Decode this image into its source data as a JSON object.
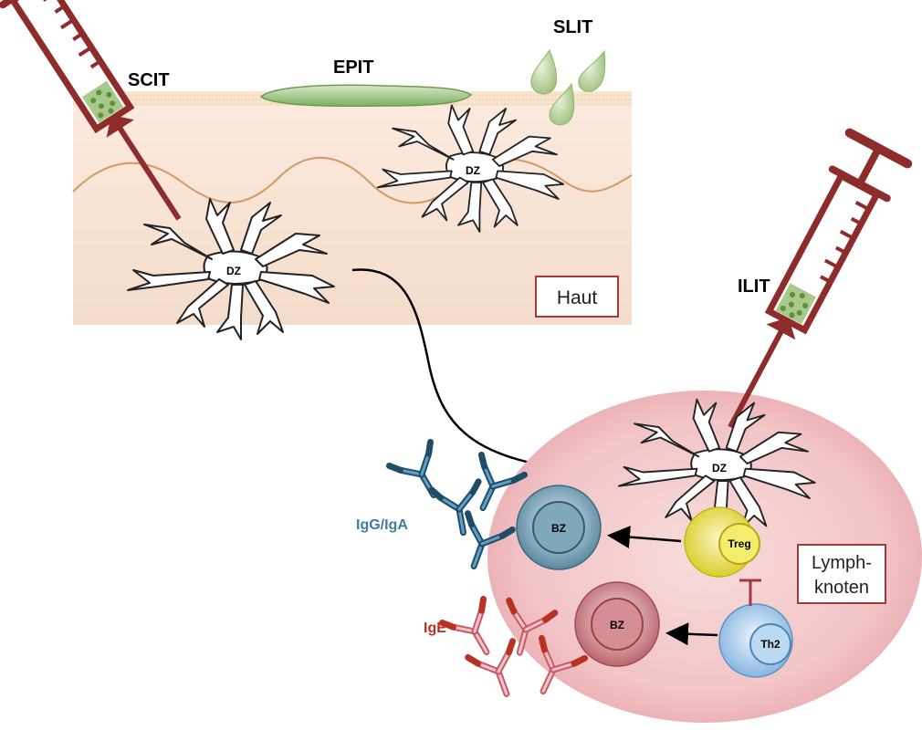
{
  "labels": {
    "scit": "SCIT",
    "epit": "EPIT",
    "slit": "SLIT",
    "ilit": "ILIT",
    "dz": "DZ",
    "bz": "BZ",
    "treg": "Treg",
    "th2": "Th2",
    "igg_iga": "IgG/IgA",
    "ige": "IgE"
  },
  "boxes": {
    "skin": "Haut",
    "lymph_line1": "Lymph-",
    "lymph_line2": "knoten"
  },
  "colors": {
    "syringe": "#9b2f2f",
    "skin": "#f6e3d4",
    "lymph": "#f3c7c9",
    "igg": "#3f7ea1",
    "ige": "#c0392b",
    "treg": "#f2e84a",
    "th2": "#a9cfef",
    "epit_patch": "#9ac27b"
  }
}
